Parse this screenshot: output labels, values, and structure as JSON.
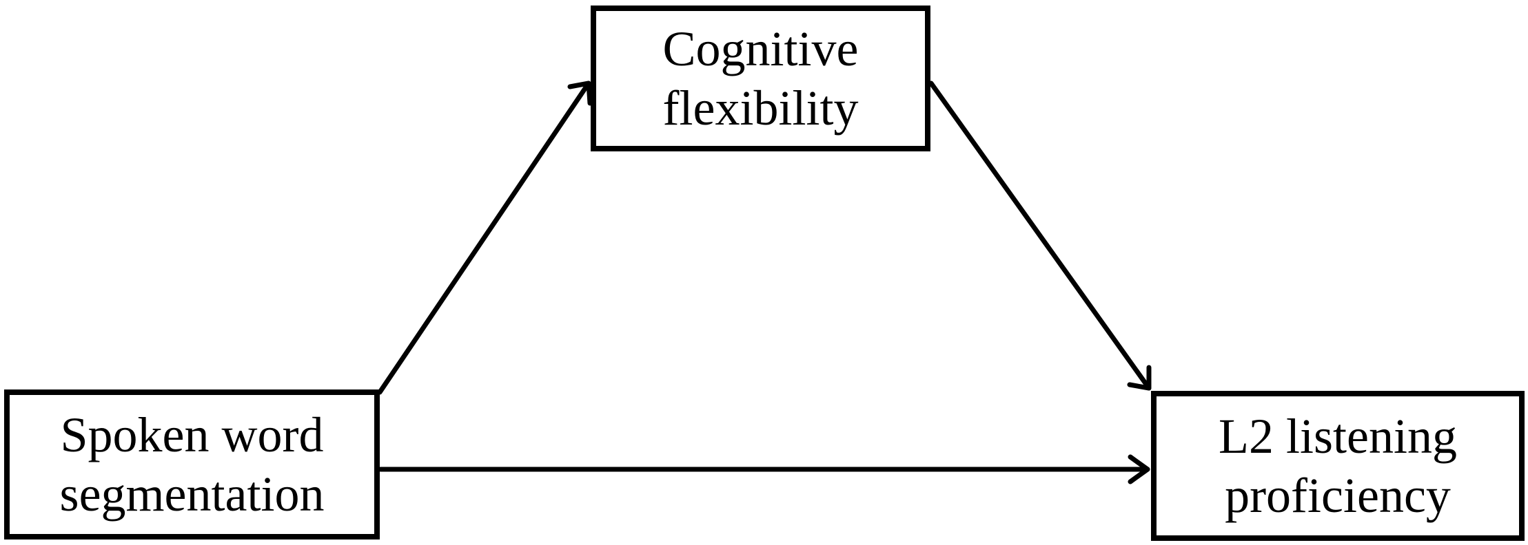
{
  "diagram": {
    "type": "mediation-model",
    "nodes": {
      "mediator": {
        "line1": "Cognitive",
        "line2": "flexibility"
      },
      "predictor": {
        "line1": "Spoken word",
        "line2": "segmentation"
      },
      "outcome": {
        "line1": "L2 listening",
        "line2": "proficiency"
      }
    },
    "edges": [
      {
        "from": "predictor",
        "to": "mediator"
      },
      {
        "from": "mediator",
        "to": "outcome"
      },
      {
        "from": "predictor",
        "to": "outcome"
      }
    ],
    "colors": {
      "stroke": "#000000",
      "background": "#ffffff"
    }
  }
}
